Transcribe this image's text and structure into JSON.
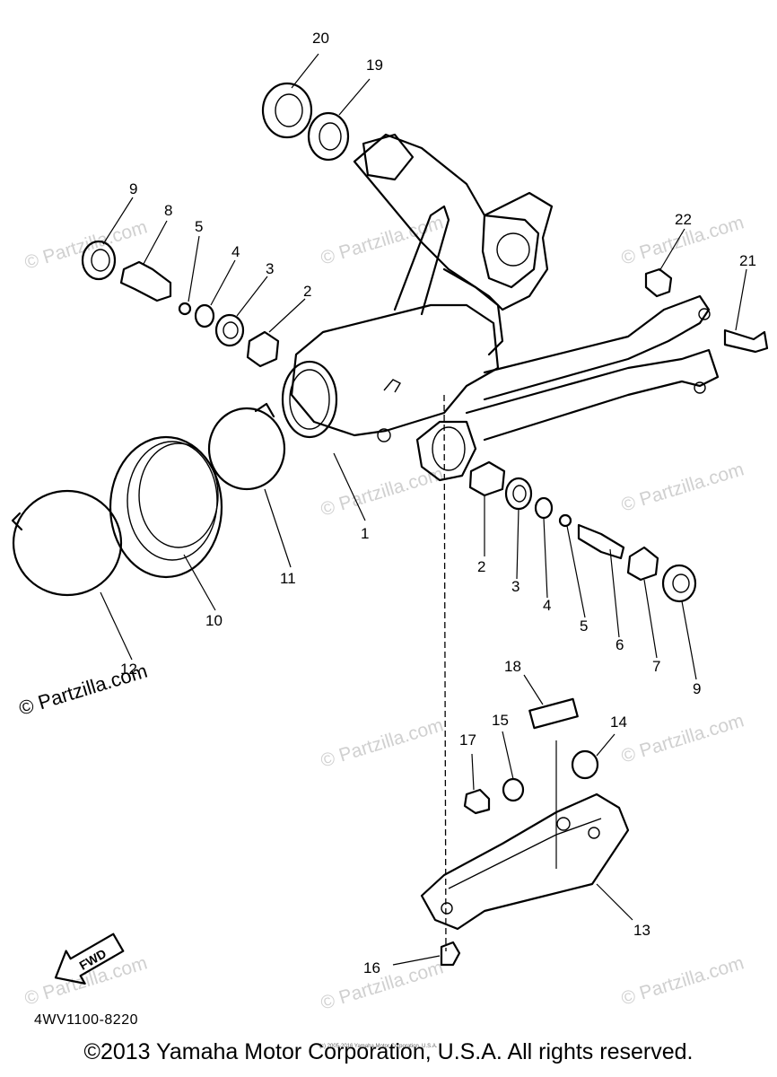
{
  "watermark": "© Partzilla.com",
  "diagram_code": "4WV1100-8220",
  "copyright": "©2013 Yamaha Motor Corporation, U.S.A. All rights reserved.",
  "small_print": "(c) 2005-2016 Yamaha Motor Corporation, U.S.A.",
  "fwd_label": "FWD",
  "callouts": [
    "1",
    "2",
    "3",
    "4",
    "5",
    "6",
    "7",
    "8",
    "9",
    "10",
    "11",
    "12",
    "13",
    "14",
    "15",
    "16",
    "17",
    "18",
    "19",
    "20",
    "21",
    "22"
  ]
}
